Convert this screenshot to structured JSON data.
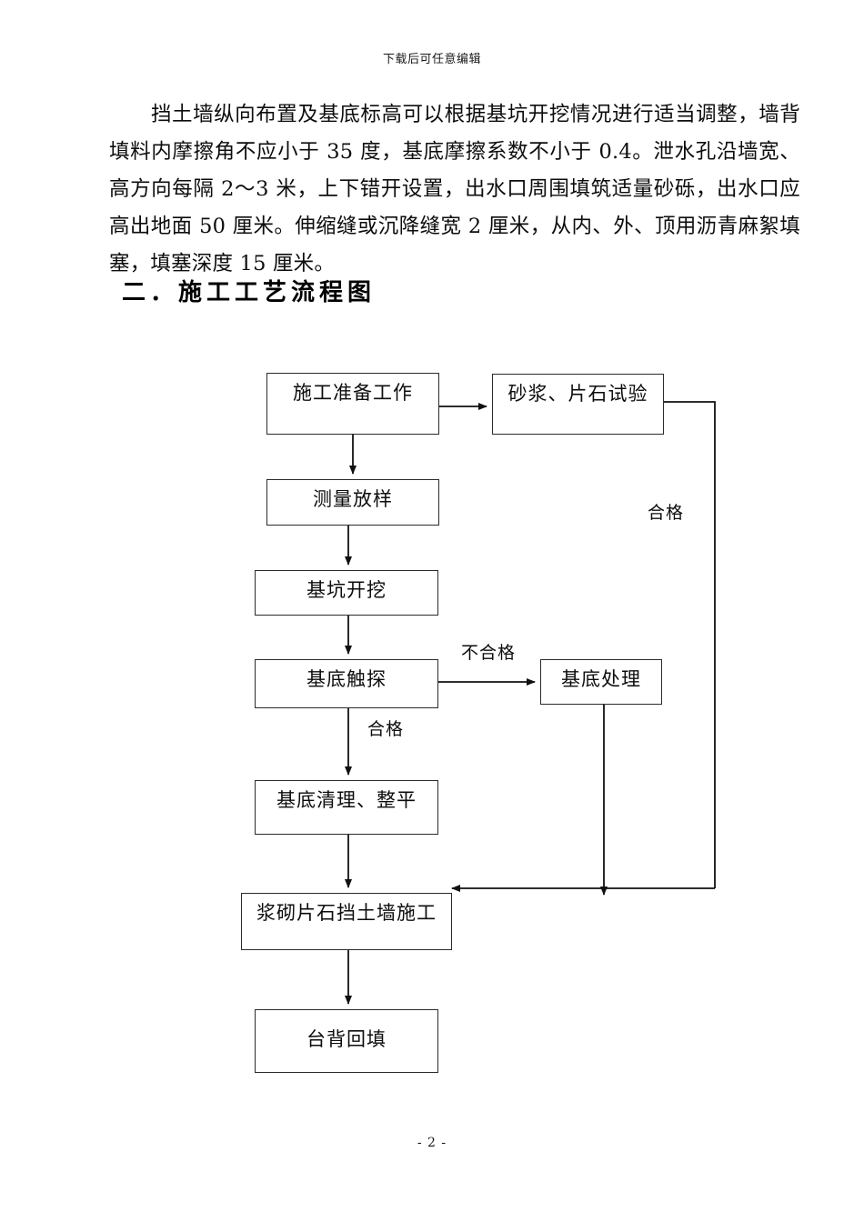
{
  "page": {
    "header_text": "下载后可任意编辑",
    "footer_text": "- 2 -"
  },
  "body": {
    "paragraph": "挡土墙纵向布置及基底标高可以根据基坑开挖情况进行适当调整，墙背填料内摩擦角不应小于 35 度，基底摩擦系数不小于 0.4。泄水孔沿墙宽、高方向每隔 2～3 米，上下错开设置，出水口周围填筑适量砂砾，出水口应高出地面 50 厘米。伸缩缝或沉降缝宽 2 厘米，从内、外、顶用沥青麻絮填塞，填塞深度 15 厘米。"
  },
  "section": {
    "heading": "二．施工工艺流程图"
  },
  "flowchart": {
    "nodes": [
      {
        "id": "prep",
        "label": "施工准备工作"
      },
      {
        "id": "mortar-test",
        "label": "砂浆、片石试验"
      },
      {
        "id": "survey",
        "label": "测量放样"
      },
      {
        "id": "excavation",
        "label": "基坑开挖"
      },
      {
        "id": "probe",
        "label": "基底触探"
      },
      {
        "id": "treatment",
        "label": "基底处理"
      },
      {
        "id": "cleanup",
        "label": "基底清理、整平"
      },
      {
        "id": "wall-build",
        "label": "浆砌片石挡土墙施工"
      },
      {
        "id": "backfill",
        "label": "台背回填"
      }
    ],
    "edge_labels": [
      {
        "id": "qualified-right",
        "text": "合格"
      },
      {
        "id": "unqualified",
        "text": "不合格"
      },
      {
        "id": "qualified-down",
        "text": "合格"
      }
    ]
  },
  "colors": {
    "ink": "#0d0d0d",
    "stroke": "#2b2b2b",
    "paper": "#ffffff"
  }
}
